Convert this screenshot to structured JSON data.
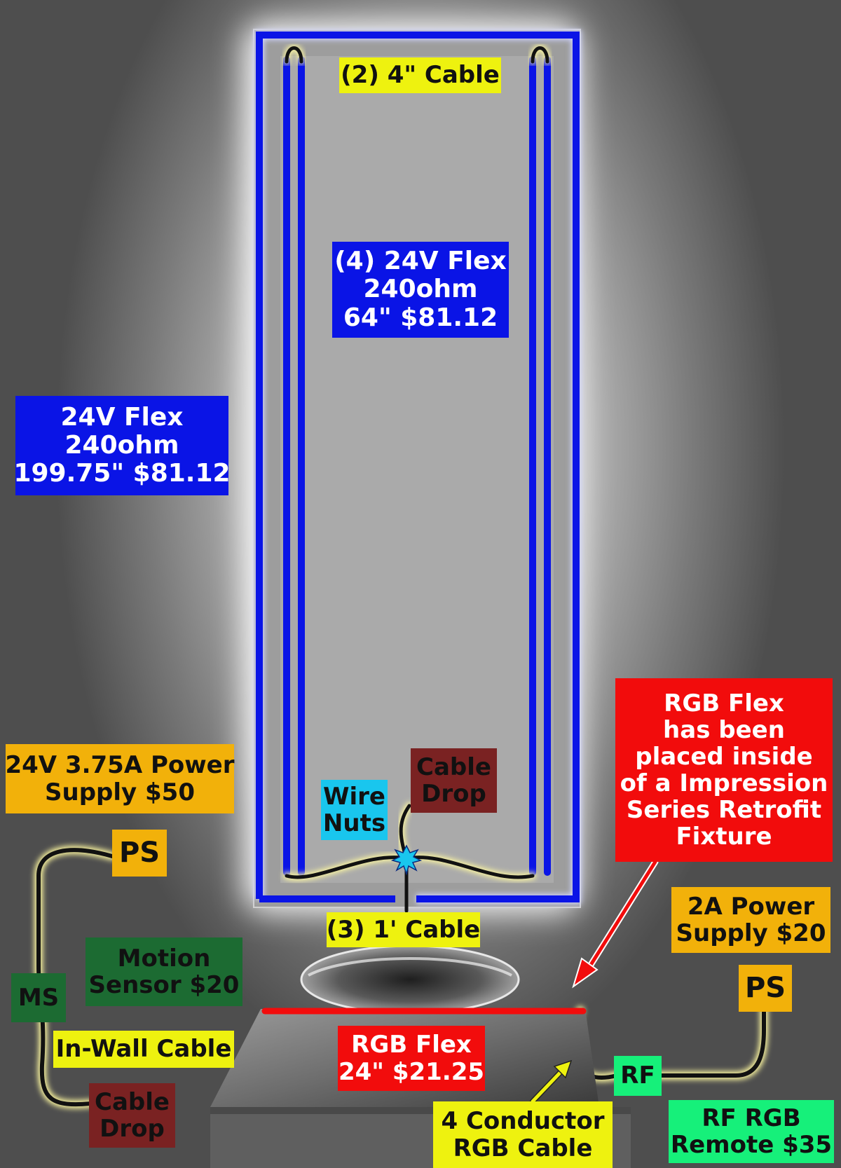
{
  "colors": {
    "flex_blue": "#0a14e6",
    "rgb_red": "#f20c0c",
    "cable_black": "#111111",
    "cable_glow": "#fff9a0",
    "wire_nut": "#19c6ee"
  },
  "labels": {
    "top_cable": "(2) 4\" Cable",
    "inner_flex": [
      "(4) 24V Flex",
      "240ohm",
      "64\" $81.12"
    ],
    "outer_flex": [
      "24V Flex",
      "240ohm",
      "199.75\" $81.12"
    ],
    "rgb_note": [
      "RGB Flex",
      "has been",
      "placed inside",
      "of a Impression",
      "Series Retrofit",
      "Fixture"
    ],
    "power_supply_24v": [
      "24V 3.75A Power",
      "Supply $50"
    ],
    "ps_left": "PS",
    "cable_drop_top": [
      "Cable",
      "Drop"
    ],
    "wire_nuts": [
      "Wire",
      "Nuts"
    ],
    "power_supply_2a": [
      "2A Power",
      "Supply $20"
    ],
    "one_foot_cable": "(3) 1' Cable",
    "motion_sensor": [
      "Motion",
      "Sensor $20"
    ],
    "ps_right": "PS",
    "ms": "MS",
    "rgb_flex": [
      "RGB Flex",
      "24\" $21.25"
    ],
    "in_wall_cable": "In-Wall Cable",
    "rf": "RF",
    "cable_drop_bottom": [
      "Cable",
      "Drop"
    ],
    "four_conductor": [
      "4 Conductor",
      "RGB Cable"
    ],
    "rf_remote": [
      "RF RGB",
      "Remote $35"
    ]
  }
}
